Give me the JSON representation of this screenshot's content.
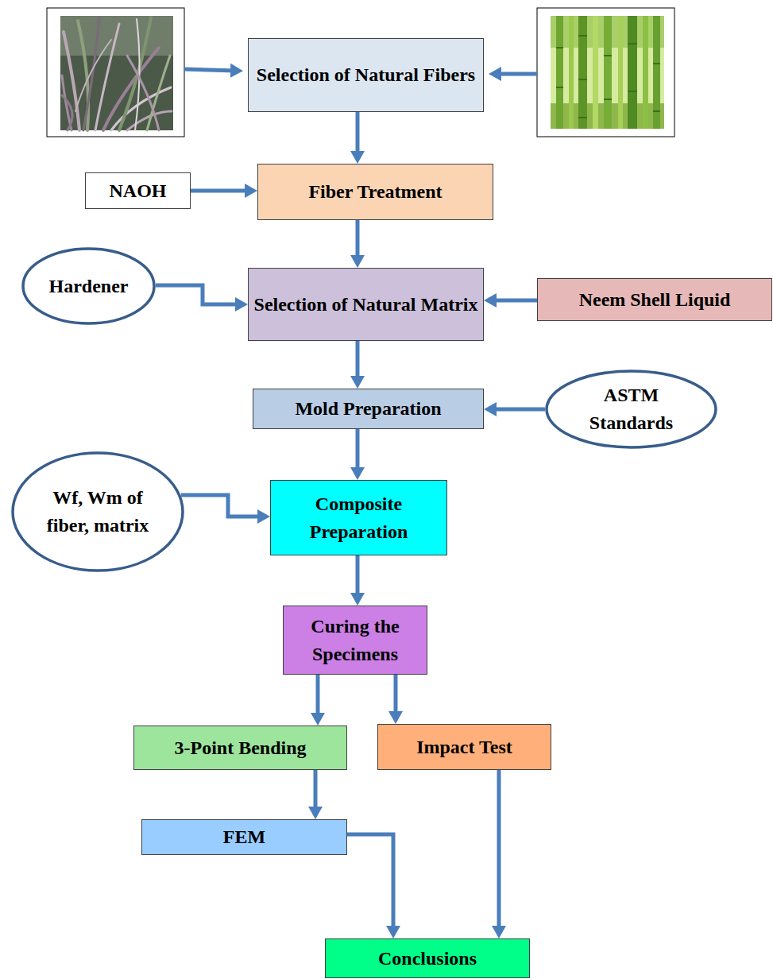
{
  "diagram": {
    "nodes": [
      {
        "text": [
          "Selection of Natural Fibers"
        ]
      },
      {
        "text": [
          "NAOH"
        ]
      },
      {
        "text": [
          "Fiber Treatment"
        ]
      },
      {
        "text": [
          "Hardener"
        ]
      },
      {
        "text": [
          "Selection of Natural Matrix"
        ]
      },
      {
        "text": [
          "Neem Shell Liquid"
        ]
      },
      {
        "text": [
          "Mold Preparation"
        ]
      },
      {
        "text": [
          "ASTM Standards"
        ]
      },
      {
        "text": [
          "Wf, Wm of fiber, matrix"
        ]
      },
      {
        "text": [
          "Composite Preparation"
        ]
      },
      {
        "text": [
          "Curing the Specimens"
        ]
      },
      {
        "text": [
          "3-Point Bending"
        ]
      },
      {
        "text": [
          "Impact Test"
        ]
      },
      {
        "text": [
          "FEM"
        ]
      },
      {
        "text": [
          "Conclusions"
        ]
      }
    ],
    "edges": [
      {
        "from": 0,
        "to": 2,
        "arrow": "to"
      },
      {
        "from": 1,
        "to": 2,
        "arrow": "to"
      },
      {
        "from": 2,
        "to": 4,
        "arrow": "to"
      },
      {
        "from": 3,
        "to": 4,
        "arrow": "to"
      },
      {
        "from": 5,
        "to": 4,
        "arrow": "to"
      },
      {
        "from": 4,
        "to": 6,
        "arrow": "to"
      },
      {
        "from": 7,
        "to": 6,
        "arrow": "to"
      },
      {
        "from": 6,
        "to": 9,
        "arrow": "to"
      },
      {
        "from": 8,
        "to": 9,
        "arrow": "to"
      },
      {
        "from": 9,
        "to": 10,
        "arrow": "to"
      },
      {
        "from": 10,
        "to": 11,
        "arrow": "to"
      },
      {
        "from": 10,
        "to": 12,
        "arrow": "to"
      },
      {
        "from": 11,
        "to": 13,
        "arrow": "to"
      },
      {
        "from": 13,
        "to": 14,
        "arrow": "to"
      },
      {
        "from": 12,
        "to": 14,
        "arrow": "to"
      }
    ]
  }
}
